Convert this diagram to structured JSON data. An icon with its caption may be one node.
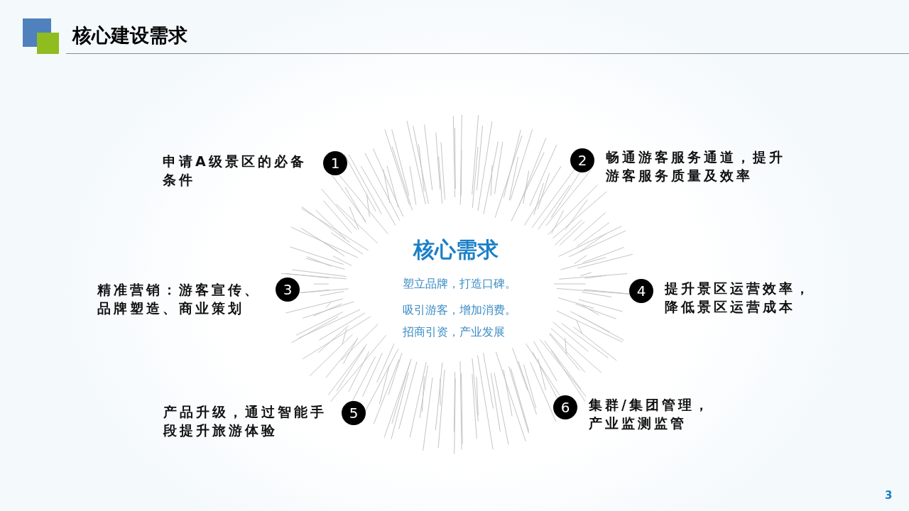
{
  "diagram": {
    "title": "核心建设需求",
    "nodes": [
      {
        "text": [
          "1"
        ],
        "beside": [
          "申请A级景区的必备条件"
        ]
      },
      {
        "text": [
          "2"
        ],
        "beside": [
          "畅通游客服务通道，提升游客服务质量及效率"
        ]
      },
      {
        "text": [
          "3"
        ],
        "beside": [
          "精准营销：游客宣传、品牌塑造、商业策划"
        ]
      },
      {
        "text": [
          "4"
        ],
        "beside": [
          "提升景区运营效率，降低景区运营成本"
        ]
      },
      {
        "text": [
          "5"
        ],
        "beside": [
          "产品升级，通过智能手段提升旅游体验"
        ]
      },
      {
        "text": [
          "6"
        ],
        "beside": [
          "集群/集团管理，产业监测监管"
        ]
      }
    ],
    "labels": [
      "核心需求",
      "塑立品牌，打造口碑。",
      "吸引游客，增加消费。",
      "招商引资，产业发展",
      "3"
    ]
  }
}
